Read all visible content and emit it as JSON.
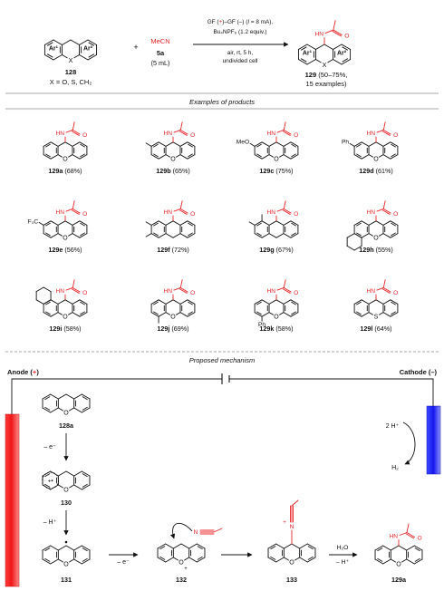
{
  "scheme": {
    "sm_label": "128",
    "sm_condition": "X = O, S, CH₂",
    "ar1": "Ar¹",
    "ar2": "Ar²",
    "x_atom": "X",
    "plus": "+",
    "reagent_formula": "MeCN",
    "reagent_label": "5a",
    "reagent_volume": "(5 mL)",
    "cond_line1_a": "GF (",
    "cond_line1_plus": "+",
    "cond_line1_b": ")–GF (–) (",
    "cond_line1_i": "I",
    "cond_line1_c": " = 8 mA),",
    "cond_line2": "Bu₄NPF₆ (1.2 equiv.)",
    "cond_line3": "air, rt, 5 h,",
    "cond_line4": "undivided cell",
    "product_label": "129",
    "product_yield": " (50–75%,",
    "product_examples": "15 examples)",
    "hn": "HN",
    "o": "O"
  },
  "examples_header": "Examples of products",
  "substituents": {
    "me": "",
    "meo": "MeO",
    "ph": "Ph",
    "cf3": "F₃C",
    "o_ring": "O",
    "s_ring": "S"
  },
  "examples": [
    {
      "id": "129a",
      "yield": " (68%)"
    },
    {
      "id": "129b",
      "yield": " (65%)"
    },
    {
      "id": "129c",
      "yield": " (75%)"
    },
    {
      "id": "129d",
      "yield": " (61%)"
    },
    {
      "id": "129e",
      "yield": " (56%)"
    },
    {
      "id": "129f",
      "yield": " (72%)"
    },
    {
      "id": "129g",
      "yield": " (67%)"
    },
    {
      "id": "129h",
      "yield": " (55%)"
    },
    {
      "id": "129i",
      "yield": " (58%)"
    },
    {
      "id": "129j",
      "yield": " (69%)"
    },
    {
      "id": "129k",
      "yield": " (58%)"
    },
    {
      "id": "129l",
      "yield": " (64%)"
    }
  ],
  "mechanism": {
    "header": "Proposed mechanism",
    "anode_label": "Anode (",
    "anode_sign": "+",
    "anode_close": ")",
    "cathode_label": "Cathode (–)",
    "step1": "– e⁻",
    "step2": "– H⁺",
    "step3": "– e⁻",
    "step4_top": "H₂O",
    "step4_bot": "– H⁺",
    "cathode_top": "2 H⁺",
    "cathode_bot": "H₂",
    "lbl_128a": "128a",
    "lbl_130": "130",
    "lbl_131": "131",
    "lbl_132": "132",
    "lbl_133": "133",
    "lbl_129a": "129a",
    "radical_cation": "+•",
    "n_plus": "N",
    "o_plus_sign": "+",
    "n_nitrile": "N"
  },
  "colors": {
    "accent_red": "#e8262a",
    "cathode_blue": "#1f2ee0",
    "text": "#111111"
  }
}
